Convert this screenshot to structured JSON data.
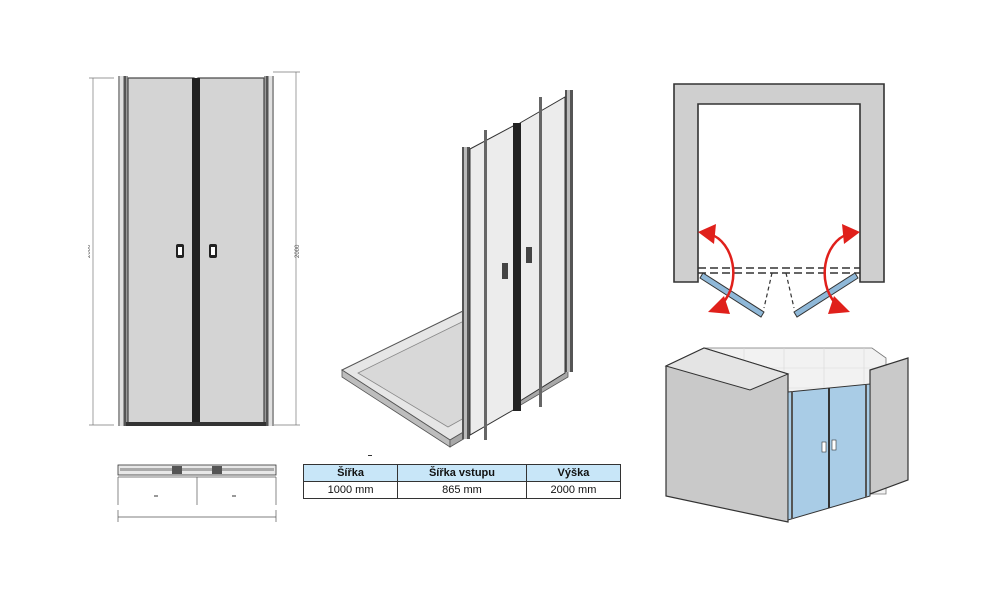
{
  "front_view": {
    "height_label_left": "2000",
    "height_label_right": "2000"
  },
  "spec_table": {
    "headers": [
      "Šířka",
      "Šířka vstupu",
      "Výška"
    ],
    "values": [
      "1000 mm",
      "865 mm",
      "2000 mm"
    ]
  },
  "colors": {
    "glass": "#d2d2d2",
    "table_header": "#c8e6f8",
    "wall": "#cfcfcf",
    "arrow": "#e0201b",
    "door_glass": "#8fb8d8"
  }
}
